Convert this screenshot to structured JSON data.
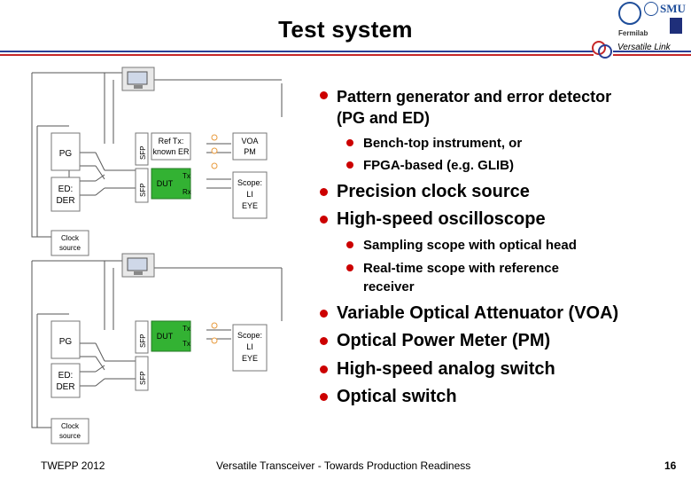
{
  "header": {
    "title": "Test system",
    "logo_text": {
      "smu": "SMU",
      "fermilab": "Fermilab",
      "versatile_link": "Versatile Link"
    }
  },
  "colors": {
    "title_rule_blue": "#2a3f95",
    "title_rule_red": "#c62828",
    "bullet": "#cc0000",
    "dut_green": "#33b233",
    "box_border": "#808080"
  },
  "diagram": {
    "top_setup": {
      "pg": "PG",
      "ed_line1": "ED:",
      "ed_line2": "DER",
      "sfp_top": "SFP",
      "sfp_bottom": "SFP",
      "ref_tx_line1": "Ref Tx:",
      "ref_tx_line2": "known ER",
      "dut": "DUT",
      "tx": "Tx",
      "rx": "Rx",
      "voa_line1": "VOA",
      "voa_line2": "PM",
      "scope_line1": "Scope:",
      "scope_line2": "LI",
      "scope_line3": "EYE",
      "clock_line1": "Clock",
      "clock_line2": "source"
    },
    "bottom_setup": {
      "pg": "PG",
      "ed_line1": "ED:",
      "ed_line2": "DER",
      "sfp_top": "SFP",
      "sfp_bottom": "SFP",
      "dut": "DUT",
      "tx1": "Tx",
      "tx2": "Tx",
      "scope_line1": "Scope:",
      "scope_line2": "LI",
      "scope_line3": "EYE",
      "clock_line1": "Clock",
      "clock_line2": "source"
    }
  },
  "bullets": {
    "b1_line1": "Pattern generator and error detector",
    "b1_line2": "(PG and ED)",
    "b1_sub1": "Bench-top instrument, or",
    "b1_sub2": "FPGA-based (e.g. GLIB)",
    "b2": "Precision clock source",
    "b3": "High-speed oscilloscope",
    "b3_sub1": "Sampling scope with optical head",
    "b3_sub2_line1": "Real-time scope with reference",
    "b3_sub2_line2": "receiver",
    "b4": "Variable Optical Attenuator (VOA)",
    "b5": "Optical Power Meter (PM)",
    "b6": "High-speed analog switch",
    "b7": "Optical switch"
  },
  "footer": {
    "left": "TWEPP 2012",
    "center": "Versatile Transceiver - Towards Production Readiness",
    "page": "16"
  }
}
